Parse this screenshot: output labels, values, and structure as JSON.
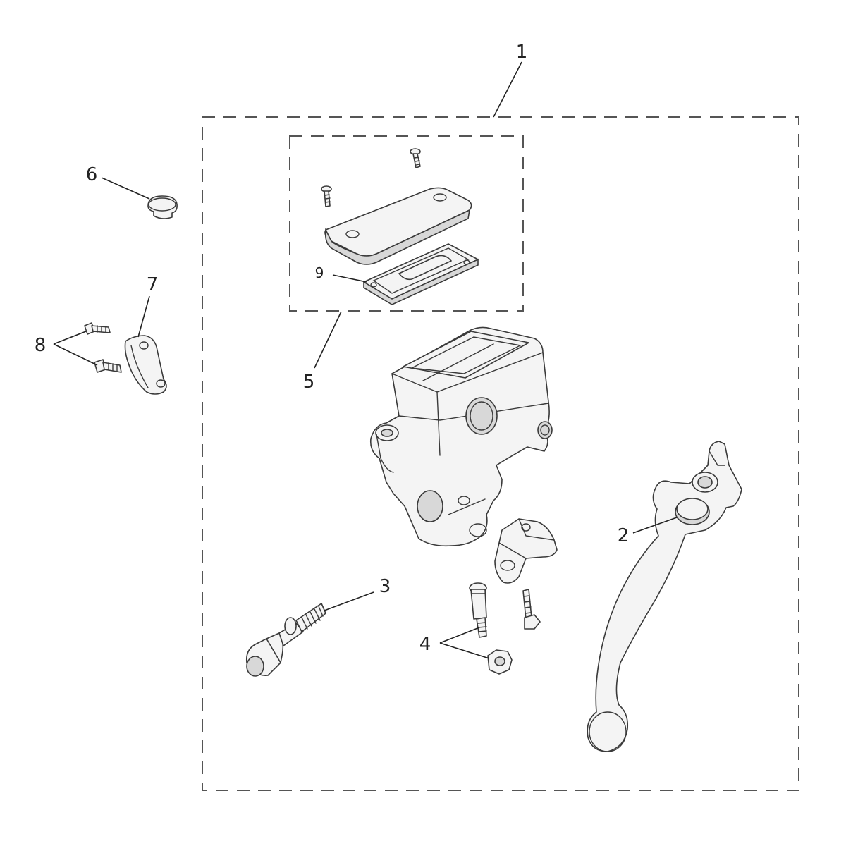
{
  "diagram": {
    "callouts": [
      {
        "id": "1",
        "label": "1"
      },
      {
        "id": "2",
        "label": "2"
      },
      {
        "id": "3",
        "label": "3"
      },
      {
        "id": "4",
        "label": "4"
      },
      {
        "id": "5",
        "label": "5"
      },
      {
        "id": "6",
        "label": "6"
      },
      {
        "id": "7",
        "label": "7"
      },
      {
        "id": "8",
        "label": "8"
      },
      {
        "id": "9",
        "label": "9"
      }
    ],
    "colors": {
      "line": "#3a3a3a",
      "fill": "#f4f4f4",
      "dash": "#555555",
      "background": "#ffffff"
    }
  }
}
